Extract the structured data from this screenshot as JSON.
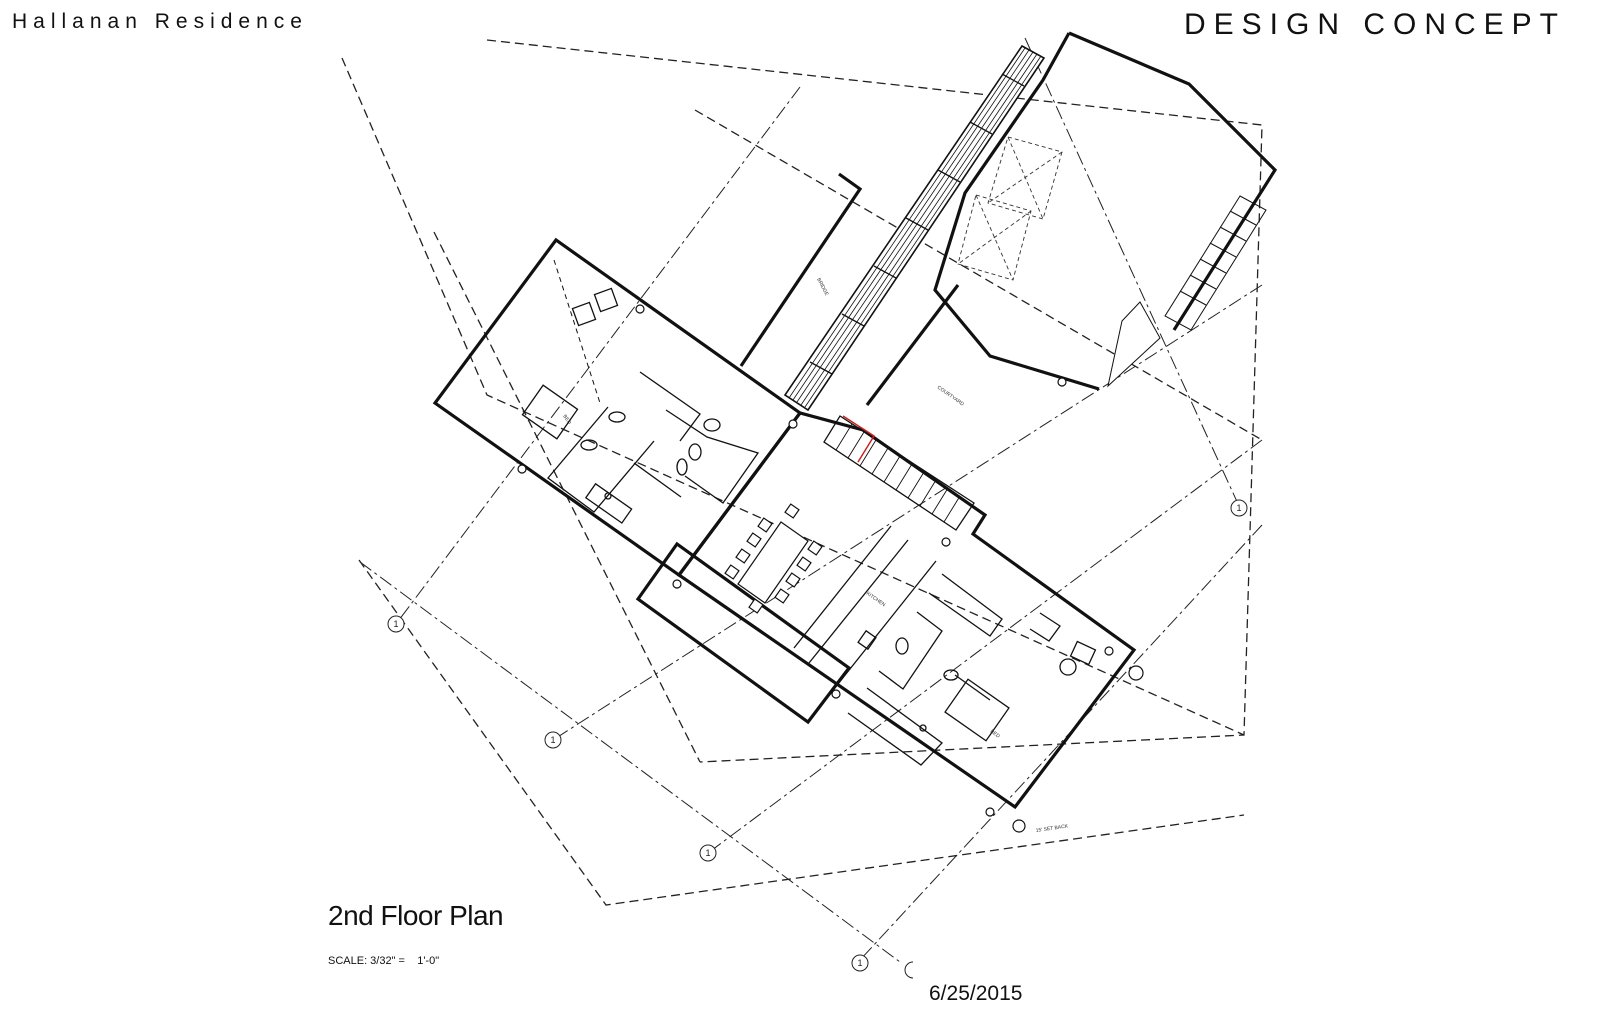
{
  "header": {
    "project_name": "Hallanan Residence",
    "sheet_title": "DESIGN CONCEPT"
  },
  "drawing": {
    "title": "2nd Floor Plan",
    "scale": "SCALE: 3/32\" =    1'-0\"",
    "date": "6/25/2015",
    "grid_marker": "1",
    "room_labels": {
      "bridge": "BRIDGE",
      "courtyard": "COURTYARD",
      "kitchen": "KITCHEN",
      "bed": "BED",
      "setback": "15' SET BACK"
    }
  }
}
